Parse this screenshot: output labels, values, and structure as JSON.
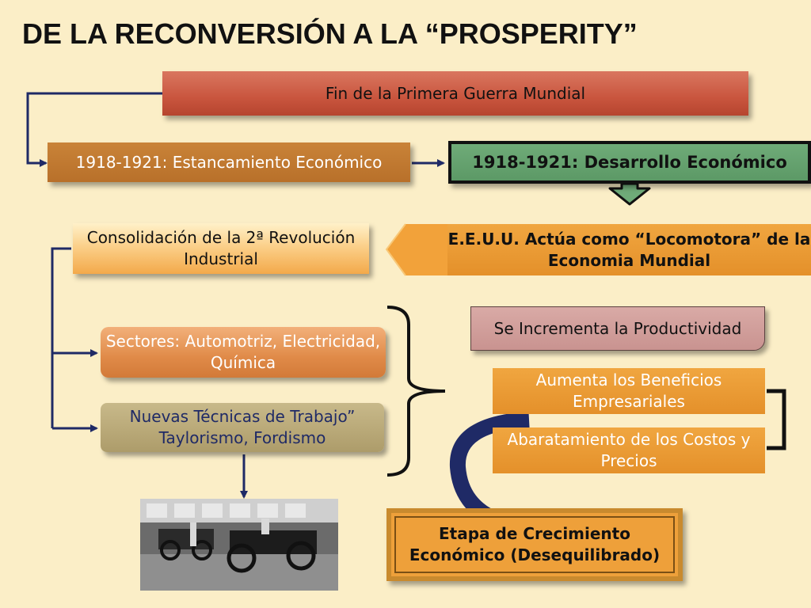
{
  "title": "DE LA RECONVERSIÓN A LA “PROSPERITY”",
  "nodes": {
    "fin_guerra": "Fin de la Primera Guerra Mundial",
    "estancamiento": "1918-1921: Estancamiento Económico",
    "desarrollo": "1918-1921: Desarrollo Económico",
    "consolidacion": "Consolidación de la 2ª Revolución Industrial",
    "eeuu": "E.E.U.U. Actúa como “Locomotora” de la Economia Mundial",
    "sectores": "Sectores: Automotriz, Electricidad, Química",
    "nuevas_tecnicas": "Nuevas Técnicas de Trabajo” Taylorismo, Fordismo",
    "productividad": "Se Incrementa la Productividad",
    "beneficios": "Aumenta los Beneficios Empresariales",
    "abaratamiento": "Abaratamiento de los Costos y Precios",
    "crecimiento": "Etapa de Crecimiento Económico (Desequilibrado)"
  },
  "colors": {
    "background": "#fbeec7",
    "connector": "#1f2a66",
    "red_box": "#c9553e",
    "brown_box": "#b8702a",
    "green_box": "#5c9966",
    "orange_box": "#e4902a"
  },
  "photo": {
    "icon": "assembly-line-photo"
  }
}
